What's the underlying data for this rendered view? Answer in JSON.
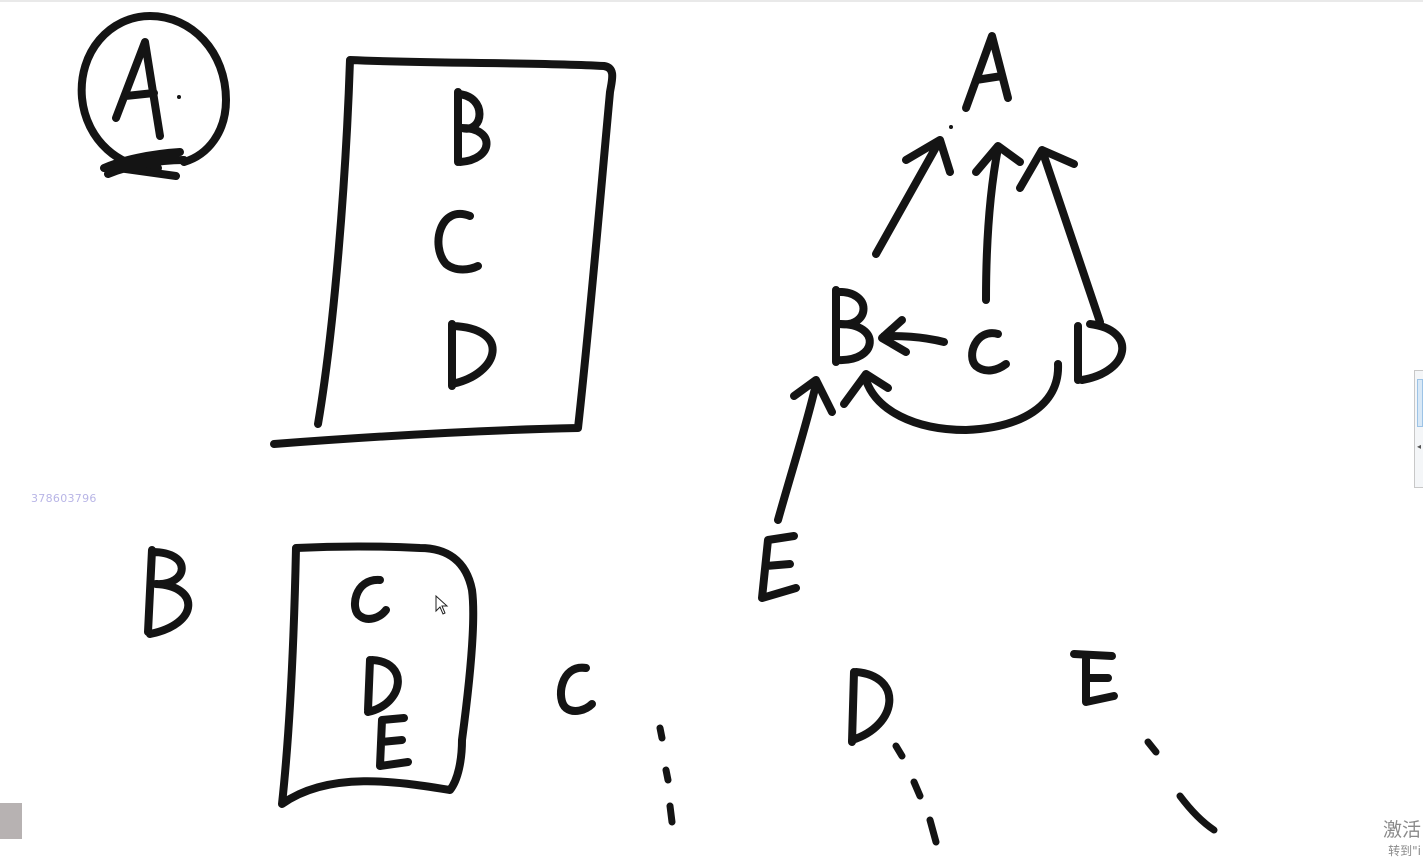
{
  "whiteboard": {
    "overlay_id_text": "378603796",
    "activate_line1": "激活",
    "activate_line2": "转到\"i"
  },
  "icons": {
    "cursor": "mouse-pointer-icon",
    "scroll_up": "chevron-left-icon",
    "scroll_down": "chevron-left-icon"
  },
  "colors": {
    "ink": "#141414",
    "background": "#ffffff",
    "watermark": "#b8b5e6"
  }
}
